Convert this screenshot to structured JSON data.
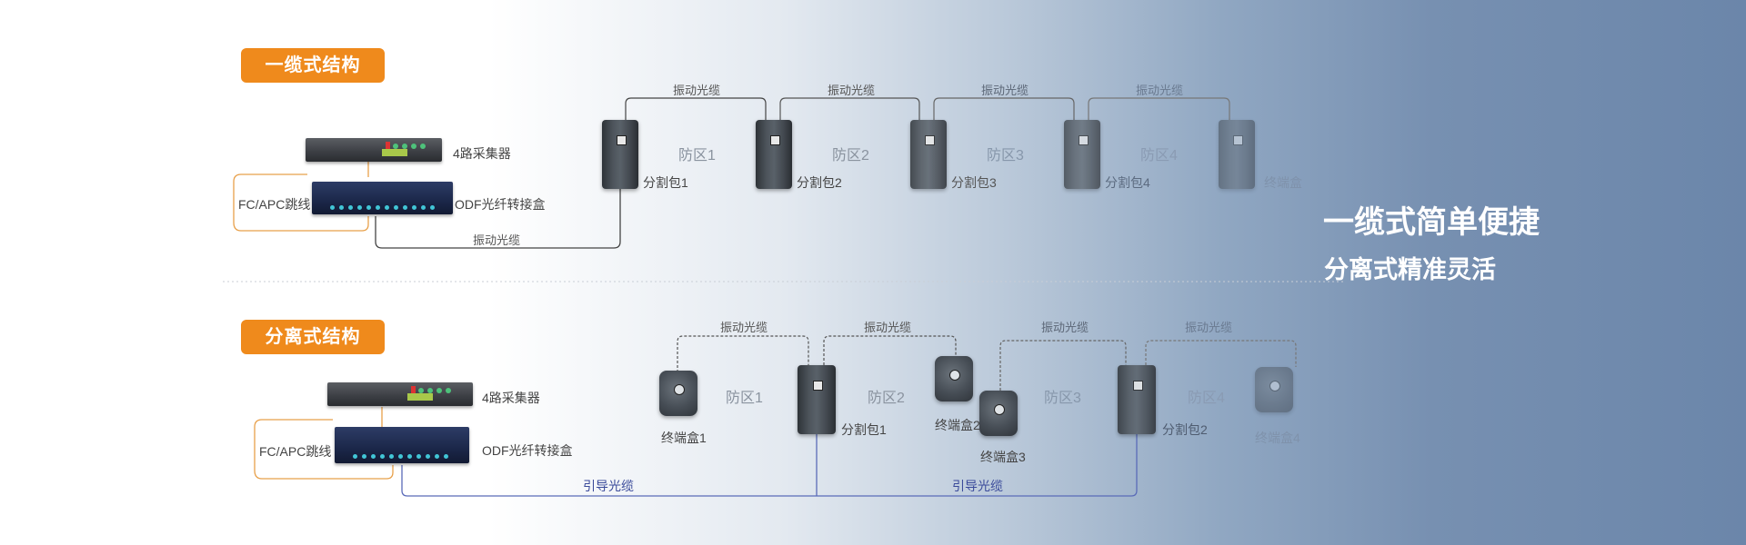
{
  "top": {
    "badge": "一缆式结构",
    "collector_label": "4路采集器",
    "odf_label": "ODF光纤转接盒",
    "jumper_label": "FC/APC跳线",
    "lead_cable_label": "振动光缆",
    "cable_labels": [
      "振动光缆",
      "振动光缆",
      "振动光缆",
      "振动光缆"
    ],
    "zones": [
      "防区1",
      "防区2",
      "防区3",
      "防区4"
    ],
    "packages": [
      "分割包1",
      "分割包2",
      "分割包3",
      "分割包4"
    ],
    "terminal": "终端盒"
  },
  "bottom": {
    "badge": "分离式结构",
    "collector_label": "4路采集器",
    "odf_label": "ODF光纤转接盒",
    "jumper_label": "FC/APC跳线",
    "cable_labels": [
      "振动光缆",
      "振动光缆",
      "振动光缆",
      "振动光缆"
    ],
    "zones": [
      "防区1",
      "防区2",
      "防区3",
      "防区4"
    ],
    "packages": [
      "分割包1",
      "分割包2"
    ],
    "terminals": [
      "终端盒1",
      "终端盒2",
      "终端盒3",
      "终端盒4"
    ],
    "lead_labels": [
      "引导光缆",
      "引导光缆"
    ]
  },
  "headline": {
    "line1": "一缆式简单便捷",
    "line2": "分离式精准灵活"
  },
  "colors": {
    "badge": "#ef8a1c",
    "jumper": "#e8a04a",
    "lead_cable": "#5a6bb8",
    "cable": "#555555"
  }
}
